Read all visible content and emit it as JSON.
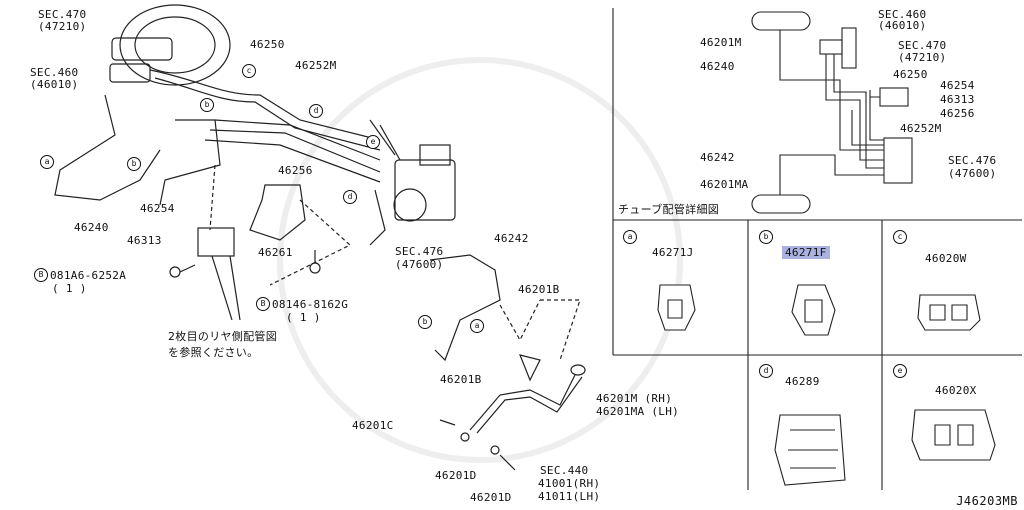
{
  "main_labels": {
    "sec470": "SEC.470",
    "sec470_sub": "(47210)",
    "sec460": "SEC.460",
    "sec460_sub": "(46010)",
    "p46250": "46250",
    "p46252M": "46252M",
    "p46240": "46240",
    "p46254": "46254",
    "p46256": "46256",
    "p46313": "46313",
    "p46261": "46261",
    "bolt1": "081A6-6252A",
    "bolt1_qty": "( 1 )",
    "bolt2": "08146-8162G",
    "bolt2_qty": "( 1 )",
    "note_line1": "2枚目のリヤ側配管図",
    "note_line2": "を参照ください。",
    "sec476": "SEC.476",
    "sec476_sub": "(47600)",
    "p46242": "46242",
    "p46201B_a": "46201B",
    "p46201B_b": "46201B",
    "p46201M": "46201M (RH)",
    "p46201MA": "46201MA (LH)",
    "p46201C": "46201C",
    "p46201D_a": "46201D",
    "p46201D_b": "46201D",
    "sec440": "SEC.440",
    "sec440_rh": "41001(RH)",
    "sec440_lh": "41011(LH)"
  },
  "circle_tags": {
    "a": "a",
    "b": "b",
    "c": "c",
    "d": "d",
    "e": "e",
    "B": "B"
  },
  "detail_panel": {
    "sec460": "SEC.460",
    "sec460_sub": "(46010)",
    "sec470": "SEC.470",
    "sec470_sub": "(47210)",
    "p46201M": "46201M",
    "p46240": "46240",
    "p46250": "46250",
    "p46254": "46254",
    "p46313": "46313",
    "p46256": "46256",
    "p46252M": "46252M",
    "p46242": "46242",
    "p46201MA": "46201MA",
    "sec476": "SEC.476",
    "sec476_sub": "(47600)",
    "caption": "チューブ配管詳細図"
  },
  "clips": [
    {
      "tag": "a",
      "part": "46271J",
      "highlight": false
    },
    {
      "tag": "b",
      "part": "46271F",
      "highlight": true
    },
    {
      "tag": "c",
      "part": "46020W",
      "highlight": false
    },
    {
      "tag": "d",
      "part": "46289",
      "highlight": false
    },
    {
      "tag": "e",
      "part": "46020X",
      "highlight": false
    }
  ],
  "colors": {
    "highlight": "#aab3e0",
    "ink": "#111111"
  },
  "diagram_ref": "J46203MB"
}
